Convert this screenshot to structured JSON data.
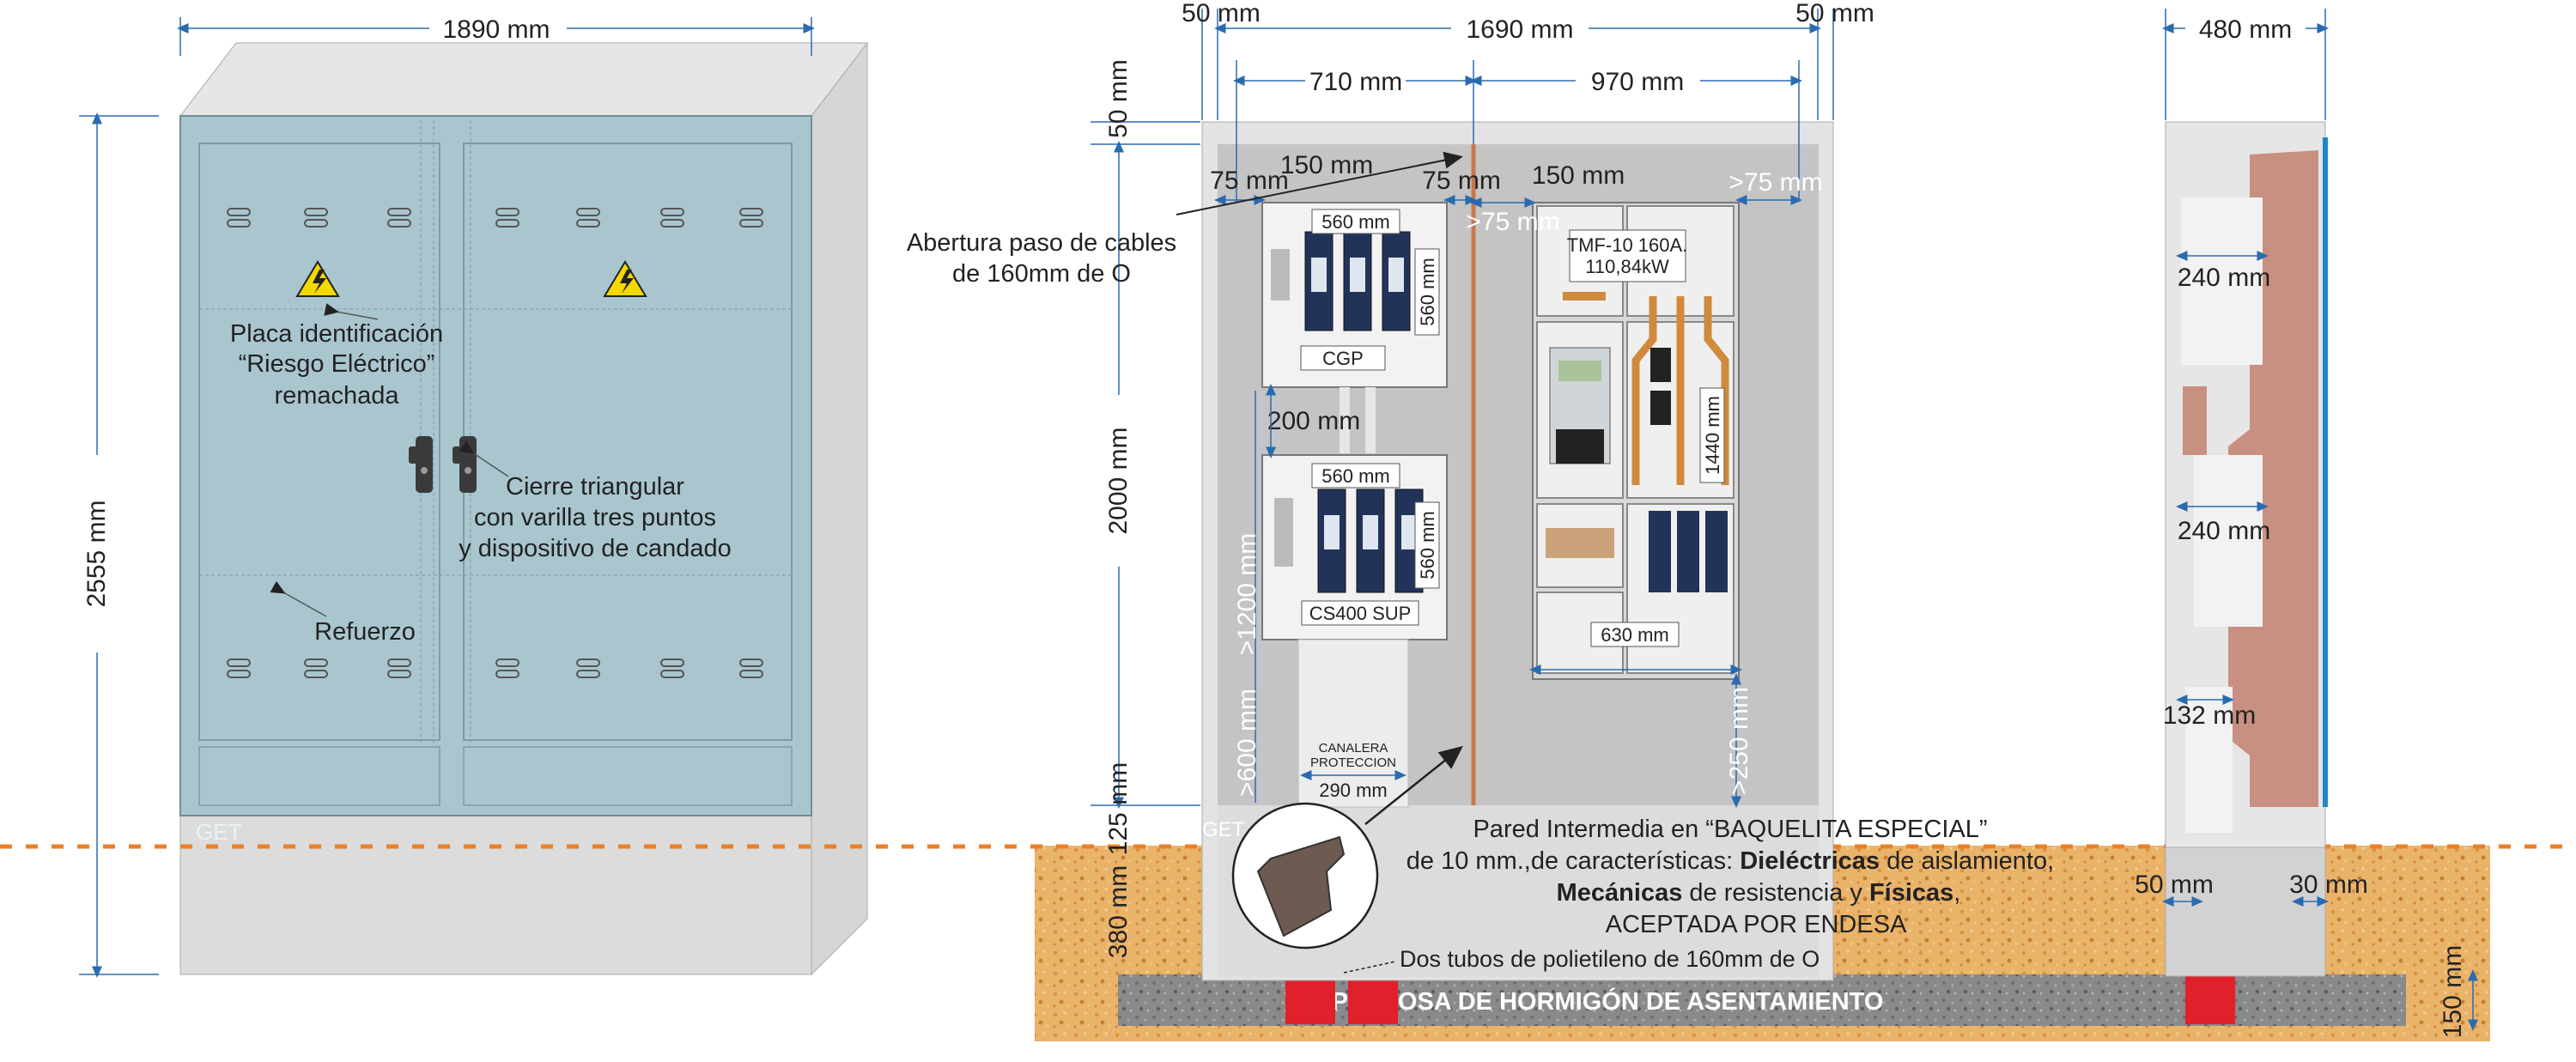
{
  "front_view": {
    "width_label": "1890 mm",
    "height_label": "2555 mm",
    "label_plate": [
      "Placa identificación",
      "“Riesgo Eléctrico”",
      "remachada"
    ],
    "lock": [
      "Cierre triangular",
      "con varilla tres puntos",
      "y dispositivo de candado"
    ],
    "reinforcement": "Refuerzo",
    "brand": "GET"
  },
  "interior_view": {
    "left_margin": "50 mm",
    "inner_width": "1690 mm",
    "right_margin": "50 mm",
    "left_section": "710 mm",
    "right_section": "970 mm",
    "top_margin": "50 mm",
    "gap_75_left": "75 mm",
    "gap_150_left": "150 mm",
    "gap_75_mid": "75 mm",
    "gap_150_right": "150 mm",
    "gap_gt75_mid": ">75 mm",
    "gap_gt75_right": ">75 mm",
    "cable_opening": [
      "Abertura paso de cables",
      "de 160mm de O"
    ],
    "cgp_width": "560 mm",
    "cgp_height": "560 mm",
    "cgp_label": "CGP",
    "gap_200": "200 mm",
    "cs400_width": "560 mm",
    "cs400_height": "560 mm",
    "cs400_label": "CS400 SUP",
    "tmf_label": [
      "TMF-10 160A.",
      "110,84kW"
    ],
    "meter_height": "1440 mm",
    "meter_width": "630 mm",
    "height_2000": "2000 mm",
    "height_gt1200": ">1200 mm",
    "height_gt600": ">600 mm",
    "height_gt250": ">250 mm",
    "canalera": [
      "CANALERA",
      "PROTECCION"
    ],
    "canalera_width": "290 mm",
    "base_125": "125 mm",
    "base_380": "380 mm",
    "partition_note_line1": "Pared Intermedia en “BAQUELITA ESPECIAL”",
    "partition_note_line2a": "de 10 mm.,de características: ",
    "partition_note_line2b": "Dieléctricas",
    "partition_note_line2c": " de aislamiento,",
    "partition_note_line3a": "Mecánicas",
    "partition_note_line3b": " de resistencia y ",
    "partition_note_line3c": "Físicas",
    "partition_note_line3d": ",",
    "partition_note_line4": "ACEPTADA POR ENDESA",
    "tubes_note": "Dos tubos de polietileno de 160mm de O",
    "slab_label": "PRELOSA DE HORMIGÓN DE ASENTAMIENTO",
    "brand": "GET"
  },
  "side_view": {
    "depth_label": "480 mm",
    "shelf1": "240 mm",
    "shelf2": "240 mm",
    "shelf3": "132 mm",
    "bottom_left": "50 mm",
    "bottom_right": "30 mm",
    "slab_height": "150 mm"
  },
  "colors": {
    "cabinet_front": "#a9c6cf",
    "cabinet_side": "#d9d9d9",
    "interior": "#c8c8c8",
    "ground": "#e8a65a",
    "dimension": "#2a6bb0",
    "tube_red": "#e0202a",
    "partition": "#c89080",
    "ground_line": "#e8812a"
  }
}
